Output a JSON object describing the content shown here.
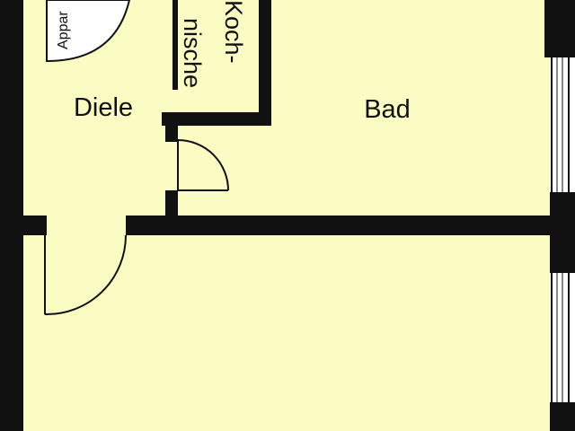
{
  "colors": {
    "floor": "#fbfbc4",
    "wall": "#111111",
    "window_glass": "#ffffff",
    "background": "#ffffff"
  },
  "rooms": {
    "diele": "Diele",
    "bad": "Bad",
    "kochnische_line1": "Koch-",
    "kochnische_line2": "nische",
    "apparate_partial": "Appar"
  }
}
